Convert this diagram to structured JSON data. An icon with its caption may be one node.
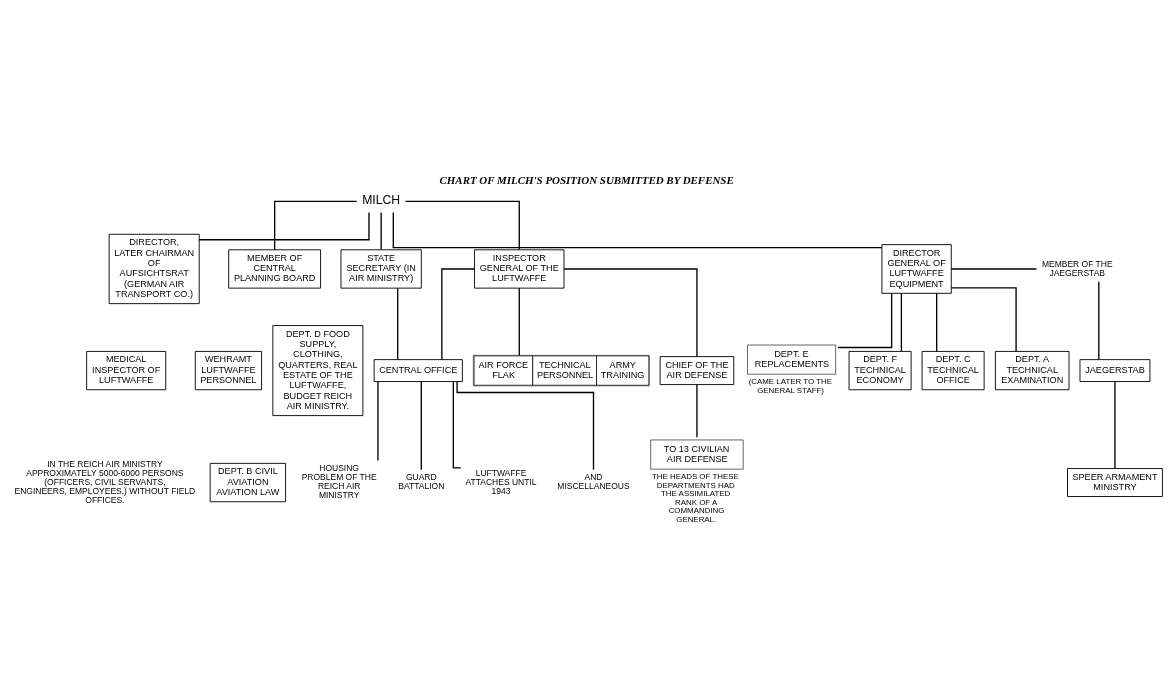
{
  "diagram": {
    "title": "CHART OF MILCH'S POSITION SUBMITTED BY DEFENSE",
    "nodes": [
      {
        "text": [
          "MILCH"
        ]
      },
      {
        "text": [
          "DIRECTOR, LATER CHAIRMAN OF AUFSICHTSRAT (GERMAN AIR TRANSPORT CO.)"
        ]
      },
      {
        "text": [
          "MEMBER OF CENTRAL PLANNING BOARD"
        ]
      },
      {
        "text": [
          "STATE SECRETARY (IN AIR MINISTRY)"
        ]
      },
      {
        "text": [
          "INSPECTOR GENERAL OF THE LUFTWAFFE"
        ]
      },
      {
        "text": [
          "DIRECTOR GENERAL OF LUFTWAFFE EQUIPMENT"
        ]
      },
      {
        "text": [
          "MEMBER OF THE JAEGERSTAB"
        ]
      },
      {
        "text": [
          "JAEGERSTAB"
        ]
      },
      {
        "text": [
          "SPEER ARMAMENT MINISTRY"
        ]
      },
      {
        "text": [
          "AIR FORCE FLAK",
          "TECHNICAL PERSONNEL",
          "ARMY TRAINING"
        ]
      },
      {
        "text": [
          "DEPT. E REPLACEMENTS"
        ],
        "beside": [
          "(CAME LATER TO THE GENERAL STAFF)"
        ]
      },
      {
        "text": [
          "DEPT. F TECHNICAL ECONOMY"
        ]
      },
      {
        "text": [
          "DEPT. C TECHNICAL OFFICE"
        ]
      },
      {
        "text": [
          "DEPT. A TECHNICAL EXAMINATION"
        ]
      },
      {
        "text": [
          "DEPT. D FOOD SUPPLY, CLOTHING, QUARTERS, REAL ESTATE OF THE LUFTWAFFE, BUDGET REICH AIR MINISTRY."
        ]
      },
      {
        "text": [
          "DEPT. B CIVIL AVIATION AVIATION LAW"
        ]
      },
      {
        "text": [
          "WEHRAMT LUFTWAFFE PERSONNEL"
        ]
      },
      {
        "text": [
          "CHIEF OF THE AIR DEFENSE"
        ]
      },
      {
        "text": [
          "TO 13 CIVILIAN AIR DEFENSE"
        ],
        "beside": [
          "THE HEADS OF THESE DEPARTMENTS HAD THE ASSIMILATED RANK OF A COMMANDING GENERAL."
        ]
      },
      {
        "text": [
          "CENTRAL OFFICE"
        ]
      },
      {
        "text": [
          "MEDICAL INSPECTOR OF LUFTWAFFE"
        ]
      },
      {
        "text": [
          "HOUSING PROBLEM OF THE REICH AIR MINISTRY"
        ]
      },
      {
        "text": [
          "GUARD BATTALION"
        ]
      },
      {
        "text": [
          "LUFTWAFFE ATTACHES UNTIL 1943"
        ]
      },
      {
        "text": [
          "AND MISCELLANEOUS"
        ]
      }
    ],
    "edges": [
      {
        "from": 0,
        "to": 1,
        "arrow": "none"
      },
      {
        "from": 0,
        "to": 2,
        "arrow": "none"
      },
      {
        "from": 0,
        "to": 3,
        "arrow": "none"
      },
      {
        "from": 0,
        "to": 4,
        "arrow": "none"
      },
      {
        "from": 0,
        "to": 5,
        "arrow": "none"
      },
      {
        "from": 5,
        "to": 6,
        "arrow": "none"
      },
      {
        "from": 6,
        "to": 7,
        "arrow": "none"
      },
      {
        "from": 7,
        "to": 8,
        "arrow": "none"
      },
      {
        "from": 4,
        "to": 9,
        "arrow": "none"
      },
      {
        "from": 5,
        "to": 10,
        "arrow": "none"
      },
      {
        "from": 5,
        "to": 11,
        "arrow": "none"
      },
      {
        "from": 5,
        "to": 12,
        "arrow": "none"
      },
      {
        "from": 5,
        "to": 13,
        "arrow": "none"
      },
      {
        "from": 4,
        "to": 17,
        "arrow": "none"
      },
      {
        "from": 17,
        "to": 18,
        "arrow": "none"
      },
      {
        "from": 3,
        "to": 19,
        "arrow": "none"
      },
      {
        "from": 4,
        "to": 19,
        "arrow": "none"
      },
      {
        "from": 19,
        "to": 21,
        "arrow": "none"
      },
      {
        "from": 19,
        "to": 22,
        "arrow": "none"
      },
      {
        "from": 19,
        "to": 23,
        "arrow": "none"
      },
      {
        "from": 19,
        "to": 24,
        "arrow": "none"
      }
    ],
    "labels": [
      "IN THE REICH AIR MINISTRY APPROXIMATELY 5000-6000 PERSONS (OFFICERS, CIVIL SERVANTS, ENGINEERS, EMPLOYEES,) WITHOUT FIELD OFFICES."
    ]
  }
}
